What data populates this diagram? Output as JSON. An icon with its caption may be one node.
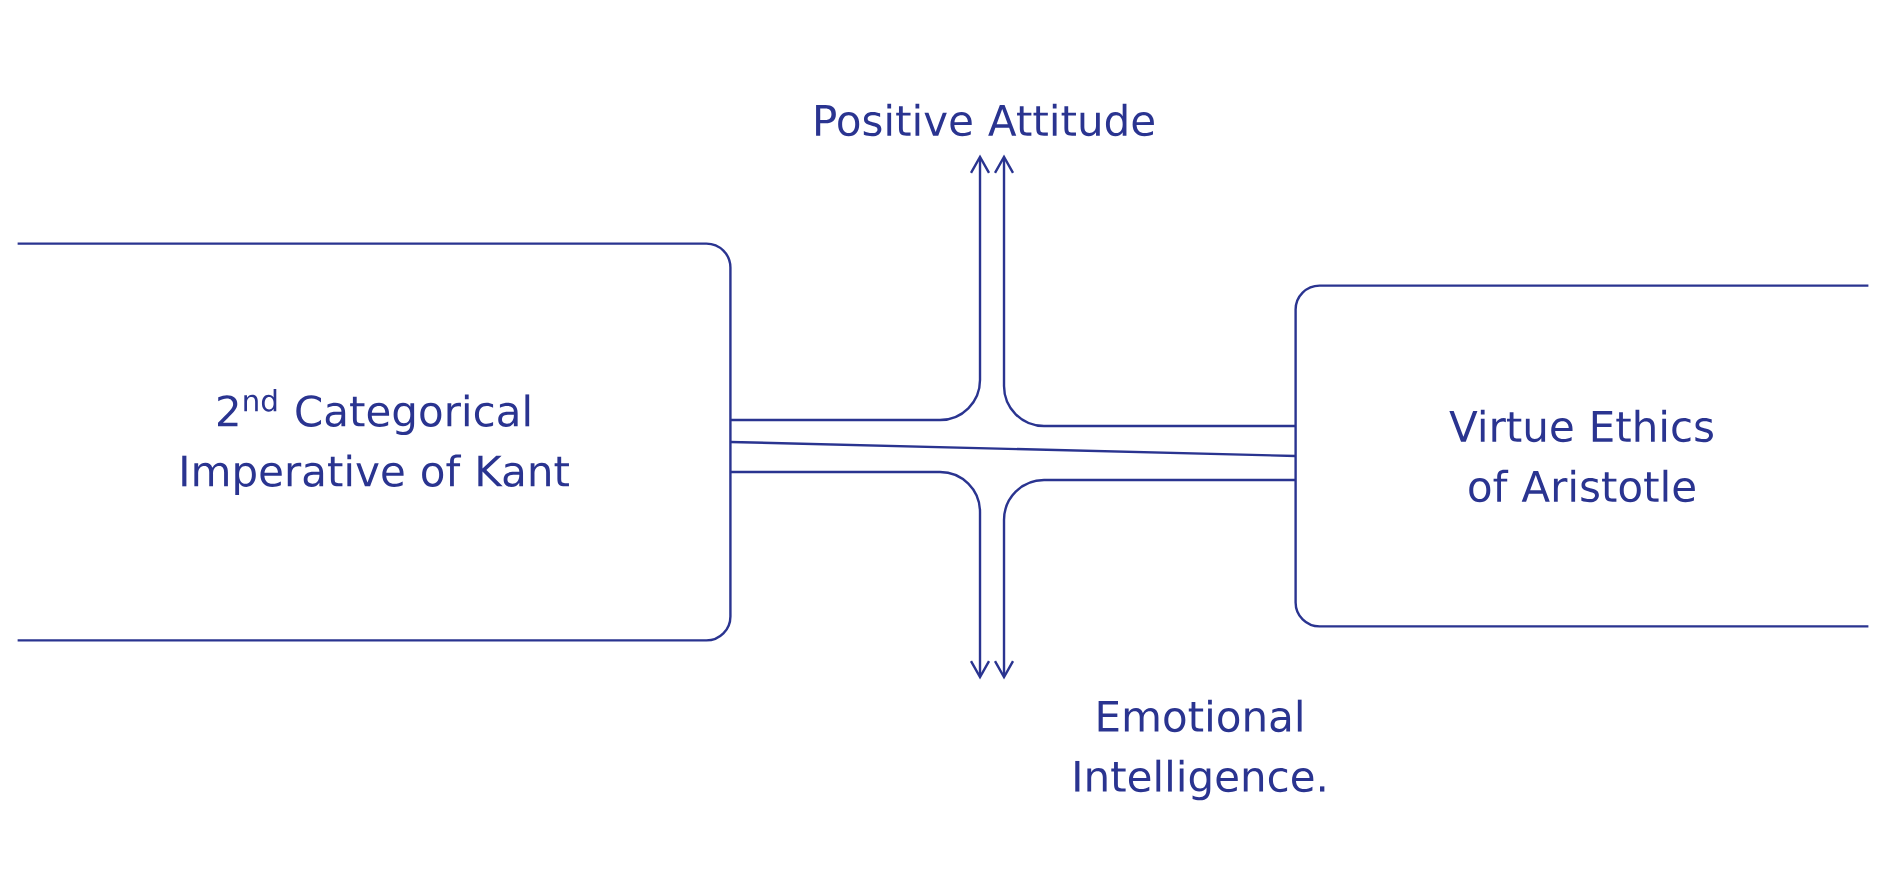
{
  "diagram": {
    "nodes": [
      {
        "text": [
          "2$^{nd}$ Categorical Imperative of Kant"
        ]
      },
      {
        "text": [
          "Virtue Ethics of Aristotle"
        ]
      },
      {
        "text": [
          "Positive Attitude"
        ]
      },
      {
        "text": [
          "Emotional Intelligence."
        ]
      }
    ],
    "edges": [
      {
        "from": 0,
        "to": 1,
        "arrow": "none"
      },
      {
        "from": 0,
        "to": 2,
        "arrow": "to"
      },
      {
        "from": 1,
        "to": 2,
        "arrow": "to"
      },
      {
        "from": 0,
        "to": 3,
        "arrow": "to"
      },
      {
        "from": 1,
        "to": 3,
        "arrow": "to"
      }
    ]
  }
}
